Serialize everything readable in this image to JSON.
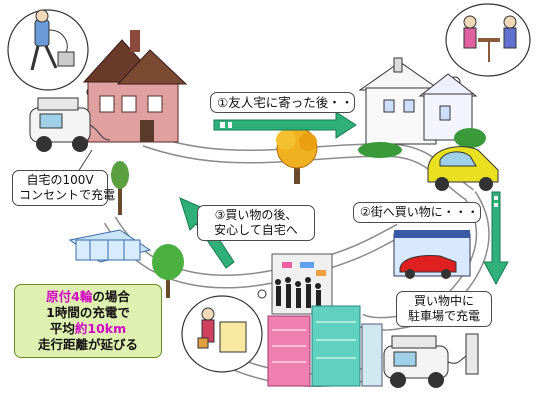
{
  "labels": {
    "home_charge": [
      "自宅の100V",
      "コンセントで充電"
    ],
    "visit": "①友人宅に寄った後・・",
    "shopping": "②街へ買い物に・・・",
    "return": [
      "③買い物の後、",
      "安心して自宅へ"
    ],
    "parking": [
      "買い物中に",
      "駐車場で充電"
    ],
    "range": {
      "line1_em": "原付4輪",
      "line1_rest": "の場合",
      "line2": "1時間の充電で",
      "line3_pre": "平均",
      "line3_em": "約10km",
      "line4": "走行距離が延びる"
    }
  },
  "colors": {
    "arrow": "#2fb07a",
    "range_highlight": "#d400c8",
    "range_box": "#dff0b0"
  }
}
